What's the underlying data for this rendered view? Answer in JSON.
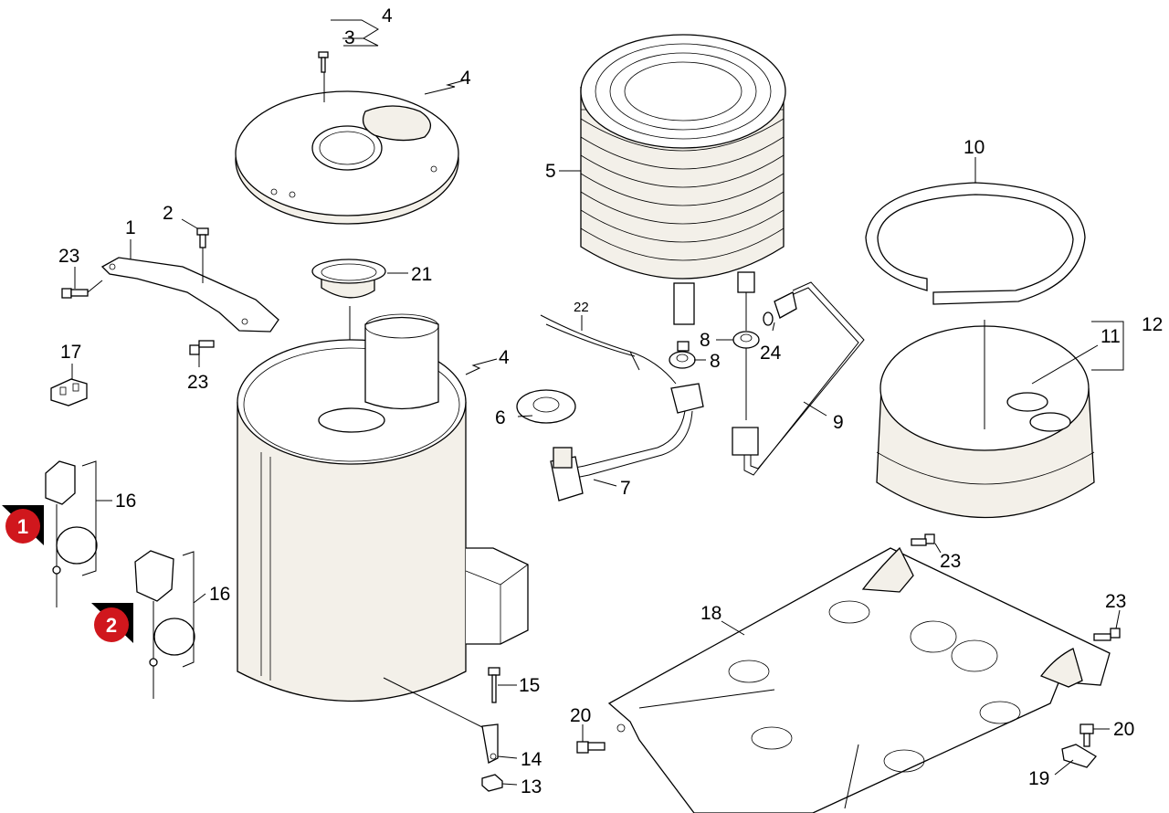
{
  "diagram": {
    "labels": {
      "p1": "1",
      "p2": "2",
      "p3": "3",
      "p4a": "4",
      "p4b": "4",
      "p4c": "4",
      "p5": "5",
      "p6": "6",
      "p7": "7",
      "p8a": "8",
      "p8b": "8",
      "p9": "9",
      "p10": "10",
      "p11": "11",
      "p12": "12",
      "p13": "13",
      "p14": "14",
      "p15": "15",
      "p16a": "16",
      "p16b": "16",
      "p17": "17",
      "p18": "18",
      "p19": "19",
      "p20a": "20",
      "p20b": "20",
      "p21": "21",
      "p22": "22",
      "p23a": "23",
      "p23b": "23",
      "p23c": "23",
      "p23d": "23",
      "p24": "24"
    },
    "badges": {
      "b1": "1",
      "b2": "2"
    },
    "colors": {
      "badge": "#d0171d",
      "line": "#000000",
      "part_fill": "#f3f0e9"
    }
  }
}
